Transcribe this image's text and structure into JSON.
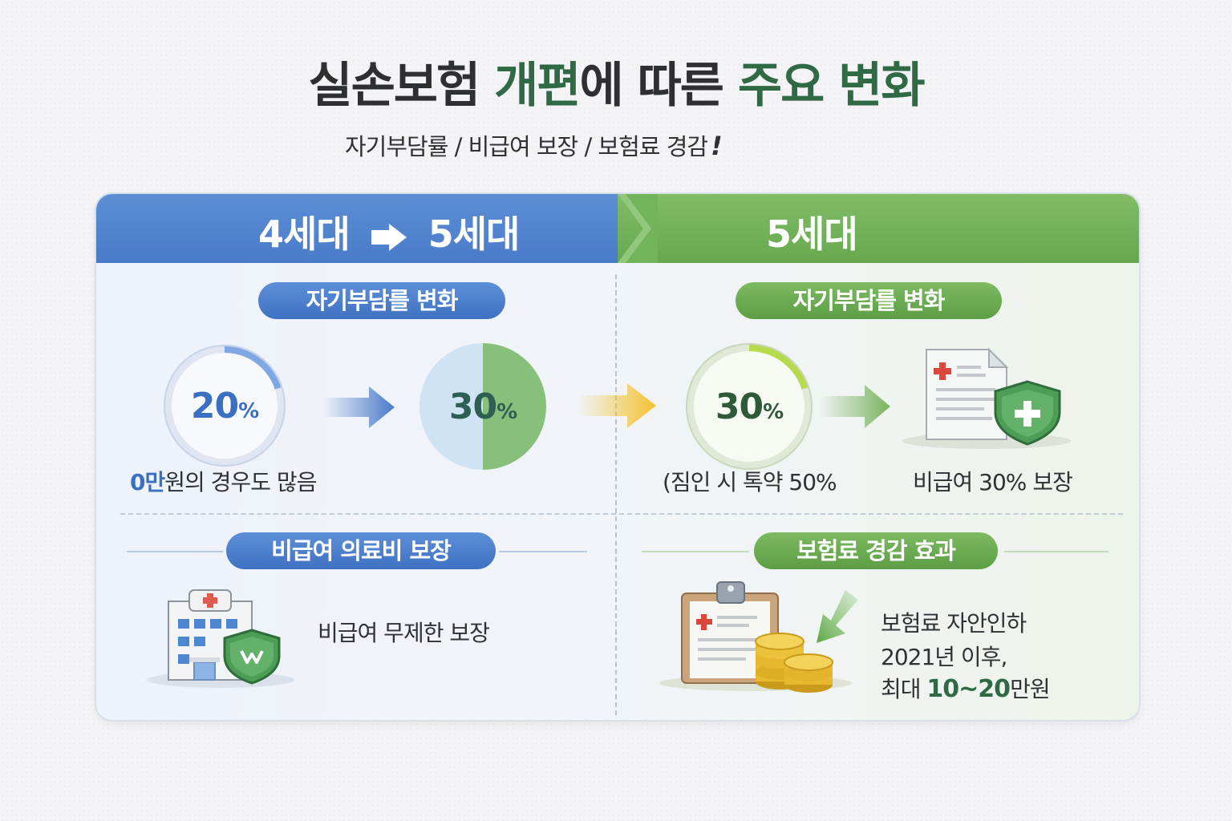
{
  "title": {
    "part1": "실손보험 ",
    "part2": "개편",
    "part3": "에 따른 ",
    "part4": "주요 변화"
  },
  "subtitle": {
    "text": "자기부담률 / 비급여 보장 / 보험료 경감",
    "excl": "!"
  },
  "header": {
    "left": {
      "from": "4세대",
      "to": "5세대"
    },
    "right": "5세대"
  },
  "left": {
    "copay_pill": "자기부담를 변화",
    "donut_before": {
      "value": "20",
      "unit": "%",
      "fill_fraction": 0.2
    },
    "donut_after": {
      "value": "30",
      "unit": "%",
      "fill_fraction": 0.5
    },
    "caption": {
      "highlight": "0만",
      "rest": "원의 경우도 많음"
    },
    "noncovered_pill": "비급여 의료비 보장",
    "noncovered_text": "비급여 무제한 보장"
  },
  "right": {
    "copay_pill": "자기부담를 변화",
    "donut": {
      "value": "30",
      "unit": "%",
      "fill_fraction": 0.2
    },
    "donut_caption": "(짐인 시 톡약 50%",
    "doc_caption": "비급여 30% 보장",
    "premium_pill": "보험료 경감 효과",
    "premium_line1": "보험료 자안인하",
    "premium_line2": "2021년 이후,",
    "premium_line3_prefix": "최대 ",
    "premium_line3_amount": "10~20",
    "premium_line3_suffix": "만원"
  },
  "colors": {
    "blue": "#4a7bc9",
    "green": "#67a84f",
    "dark_green": "#2f6a45",
    "yellow_arrow": "#f2c230"
  }
}
